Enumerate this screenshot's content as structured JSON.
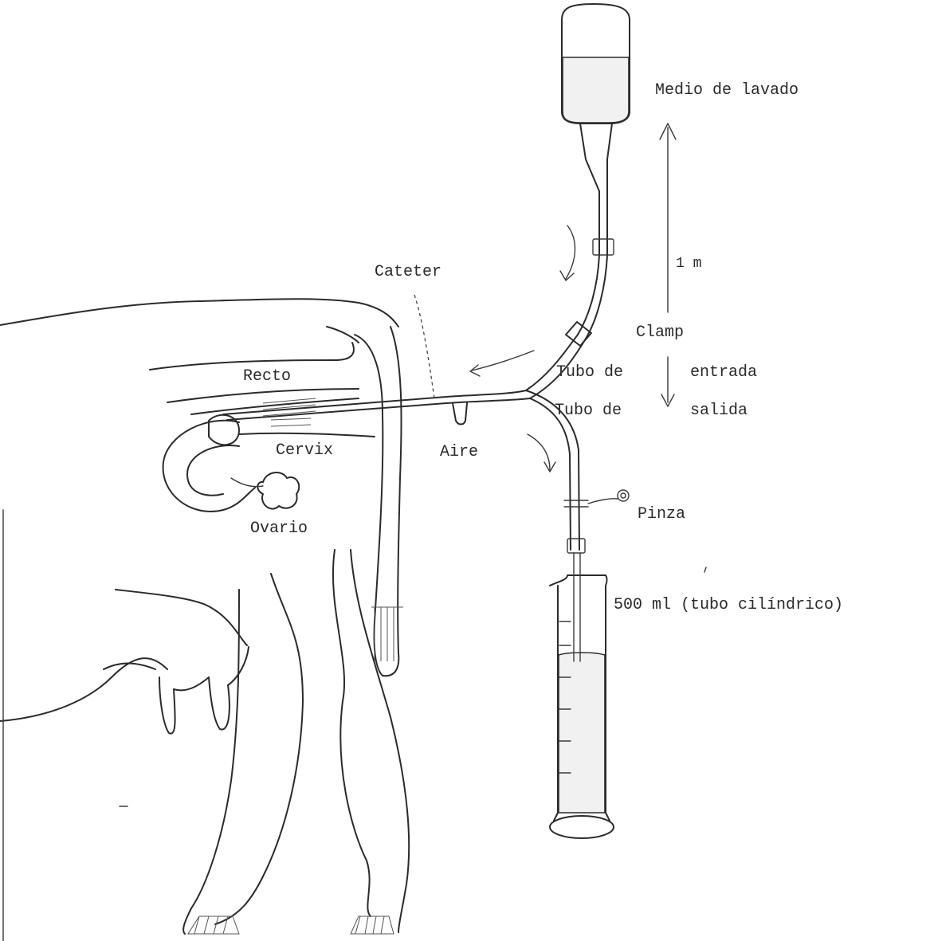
{
  "labels": {
    "wash_medium": "Medio de lavado",
    "height": "1 m",
    "catheter": "Cateter",
    "clamp": "Clamp",
    "rectum": "Recto",
    "inlet_tube_a": "Tubo de",
    "inlet_tube_b": "entrada",
    "outlet_tube_a": "Tubo de",
    "outlet_tube_b": "salida",
    "cervix": "Cervix",
    "air": "Aire",
    "pincer": "Pinza",
    "ovary": "Ovario",
    "cylinder": "500 ml (tubo  cilíndrico)"
  },
  "colors": {
    "ink": "#2b2b2b",
    "paper": "#ffffff"
  }
}
